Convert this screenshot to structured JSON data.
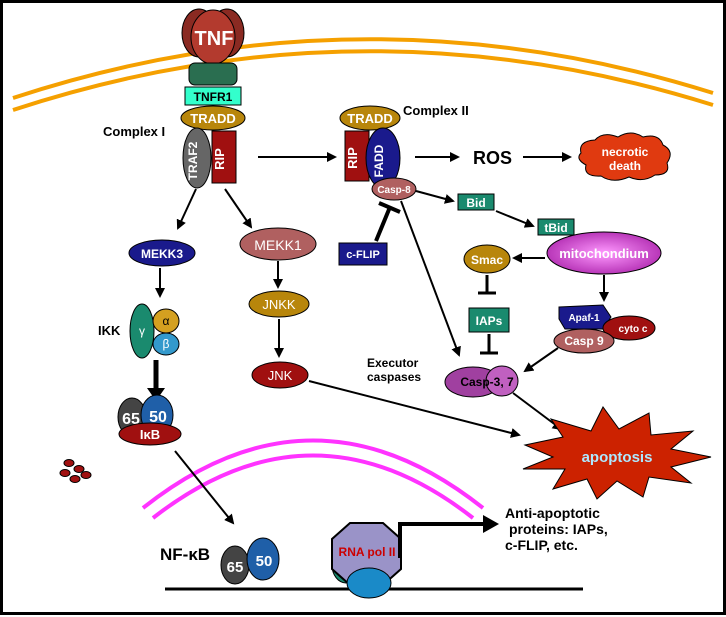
{
  "labels": {
    "tnf": "TNF",
    "tnfr1": "TNFR1",
    "tradd": "TRADD",
    "complex1": "Complex I",
    "complex2": "Complex II",
    "traf2": "TRAF2",
    "rip": "RIP",
    "rip2": "RIP",
    "tradd2": "TRADD",
    "fadd": "FADD",
    "casp8": "Casp-8",
    "ros": "ROS",
    "necrotic": "necrotic",
    "death": "death",
    "bid": "Bid",
    "tbid": "tBid",
    "mitochondium": "mitochondium",
    "smac": "Smac",
    "cflip": "c-FLIP",
    "iaps": "IAPs",
    "apaf1": "Apaf-1",
    "cytoc": "cyto c",
    "casp9": "Casp 9",
    "mekk3": "MEKK3",
    "mekk1": "MEKK1",
    "jnkk": "JNKK",
    "jnk": "JNK",
    "ikk": "IKK",
    "gamma": "γ",
    "alpha": "α",
    "beta": "β",
    "p65": "65",
    "p50": "50",
    "ikb": "IκB",
    "executor1": "Executor",
    "executor2": "caspases",
    "casp37": "Casp-3, 7",
    "apoptosis": "apoptosis",
    "nfkb": "NF-κB",
    "nfkb65": "65",
    "nfkb50": "50",
    "rnapol": "RNA pol II",
    "anti1": "Anti-apoptotic",
    "anti2": "proteins: IAPs,",
    "anti3": "c-FLIP, etc."
  },
  "colors": {
    "membrane": "#f5a000",
    "nuclear_membrane": "#ff33ff",
    "tnf": "#b33a2e",
    "tnfr1": "#33ffcc",
    "tradd": "#b8860b",
    "dark_red": "#a01010",
    "navy": "#1a1a8c",
    "teal": "#1a8a6e",
    "mito": "#cc33cc",
    "apoptosis": "#cc2200",
    "apoptosis_text": "#aee8ff"
  }
}
